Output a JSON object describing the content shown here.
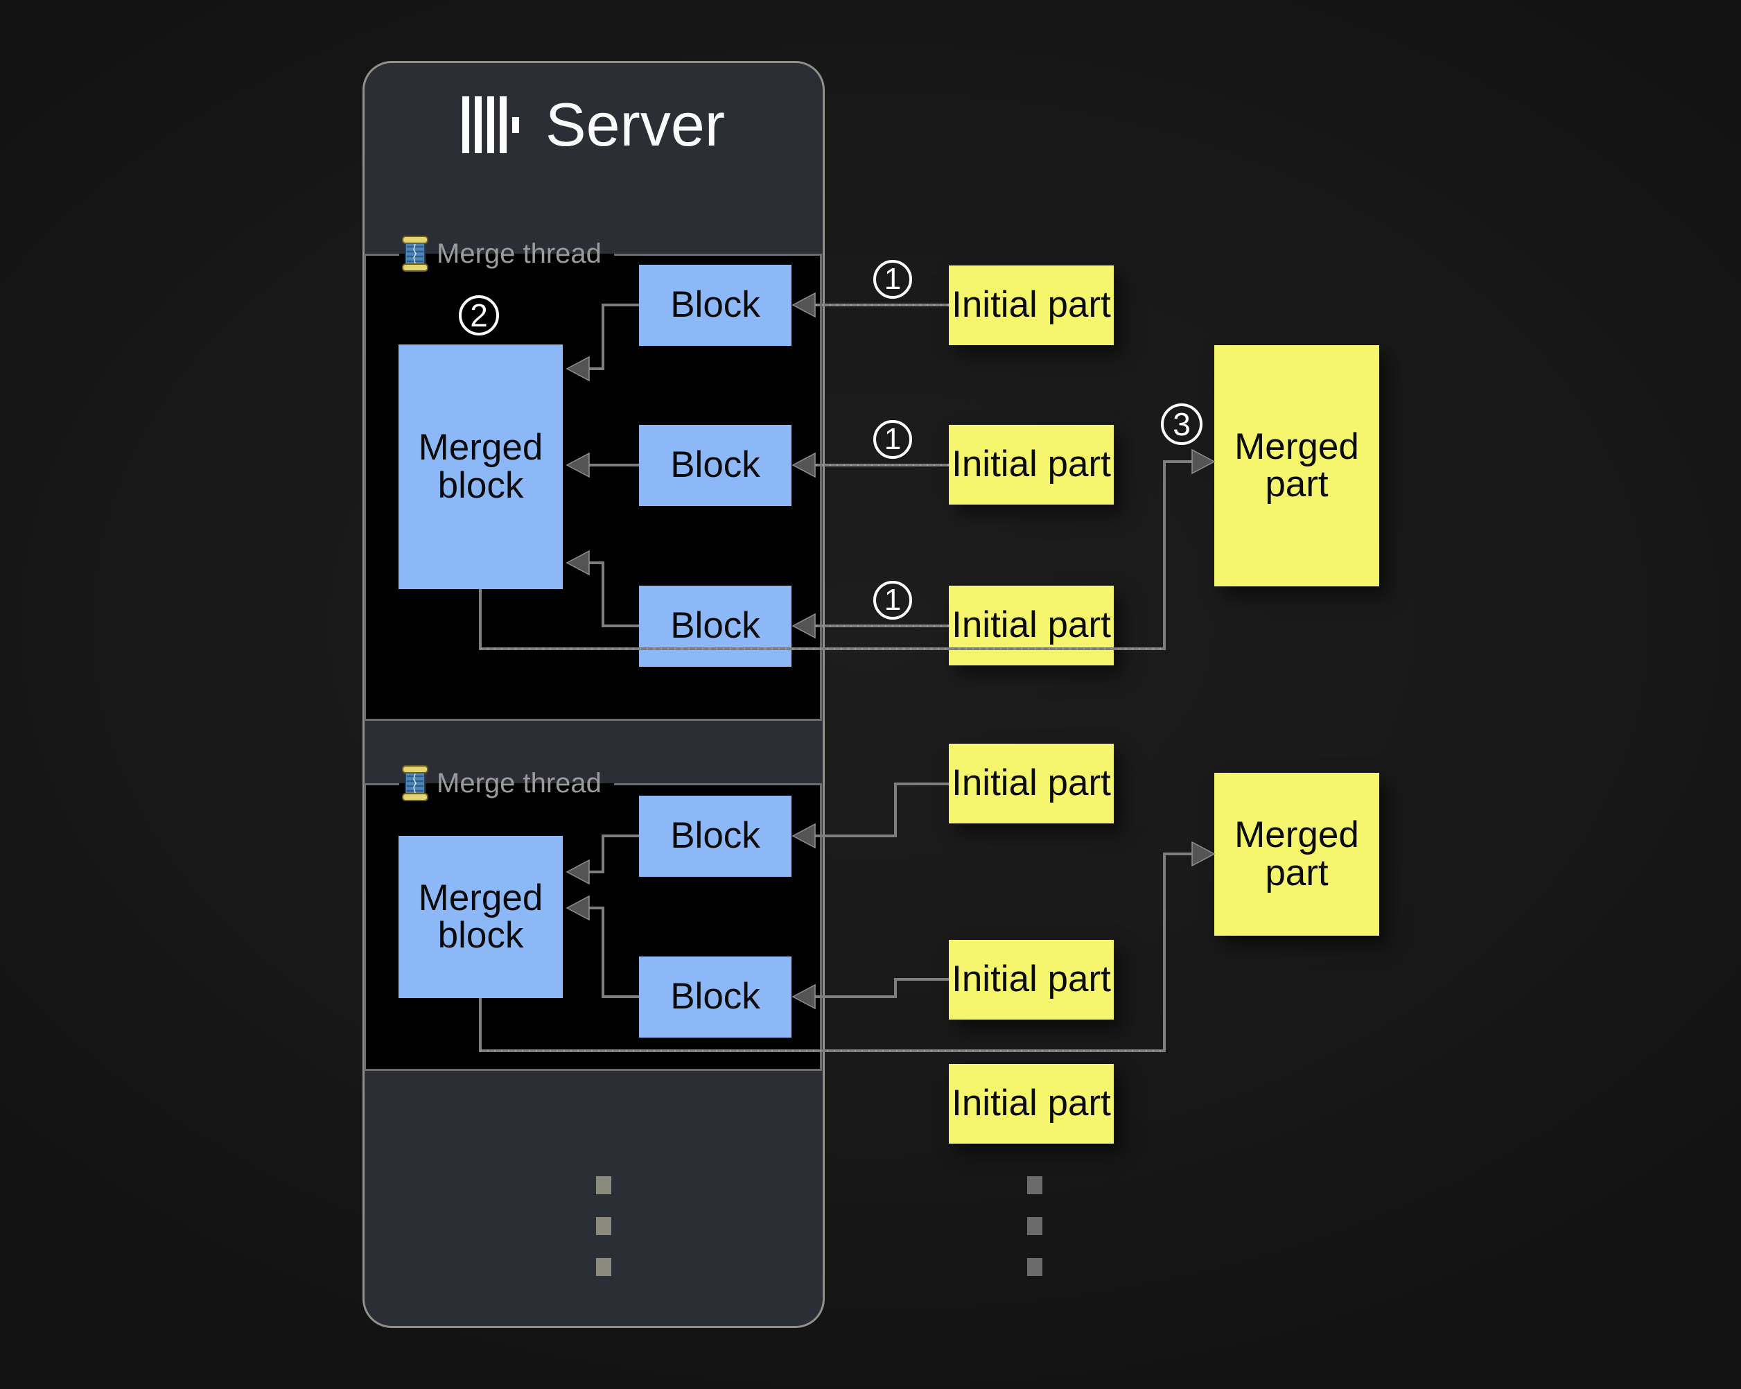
{
  "server": {
    "title": "Server"
  },
  "threads": [
    {
      "label": "Merge thread",
      "merged_block": "Merged block",
      "blocks": [
        "Block",
        "Block",
        "Block"
      ]
    },
    {
      "label": "Merge thread",
      "merged_block": "Merged block",
      "blocks": [
        "Block",
        "Block"
      ]
    }
  ],
  "parts": {
    "initial_top": [
      "Initial part",
      "Initial part",
      "Initial part"
    ],
    "initial_bottom": [
      "Initial part",
      "Initial part",
      "Initial part"
    ],
    "merged_top": "Merged part",
    "merged_bottom": "Merged part"
  },
  "steps": {
    "one": "1",
    "two": "2",
    "three": "3"
  },
  "icons": [
    "clickhouse-logo-icon",
    "thread-spool-icon",
    "ellipsis-dots"
  ],
  "colors": {
    "background": "#181818",
    "server_panel": "#2b2e34",
    "panel_border": "#91918a",
    "thread_box": "#000000",
    "block_blue": "#8cb8f8",
    "part_yellow": "#f6f66e",
    "wire_gray": "#7e7e7e",
    "label_gray": "#9b9b9b",
    "title_white": "#fafafa"
  }
}
